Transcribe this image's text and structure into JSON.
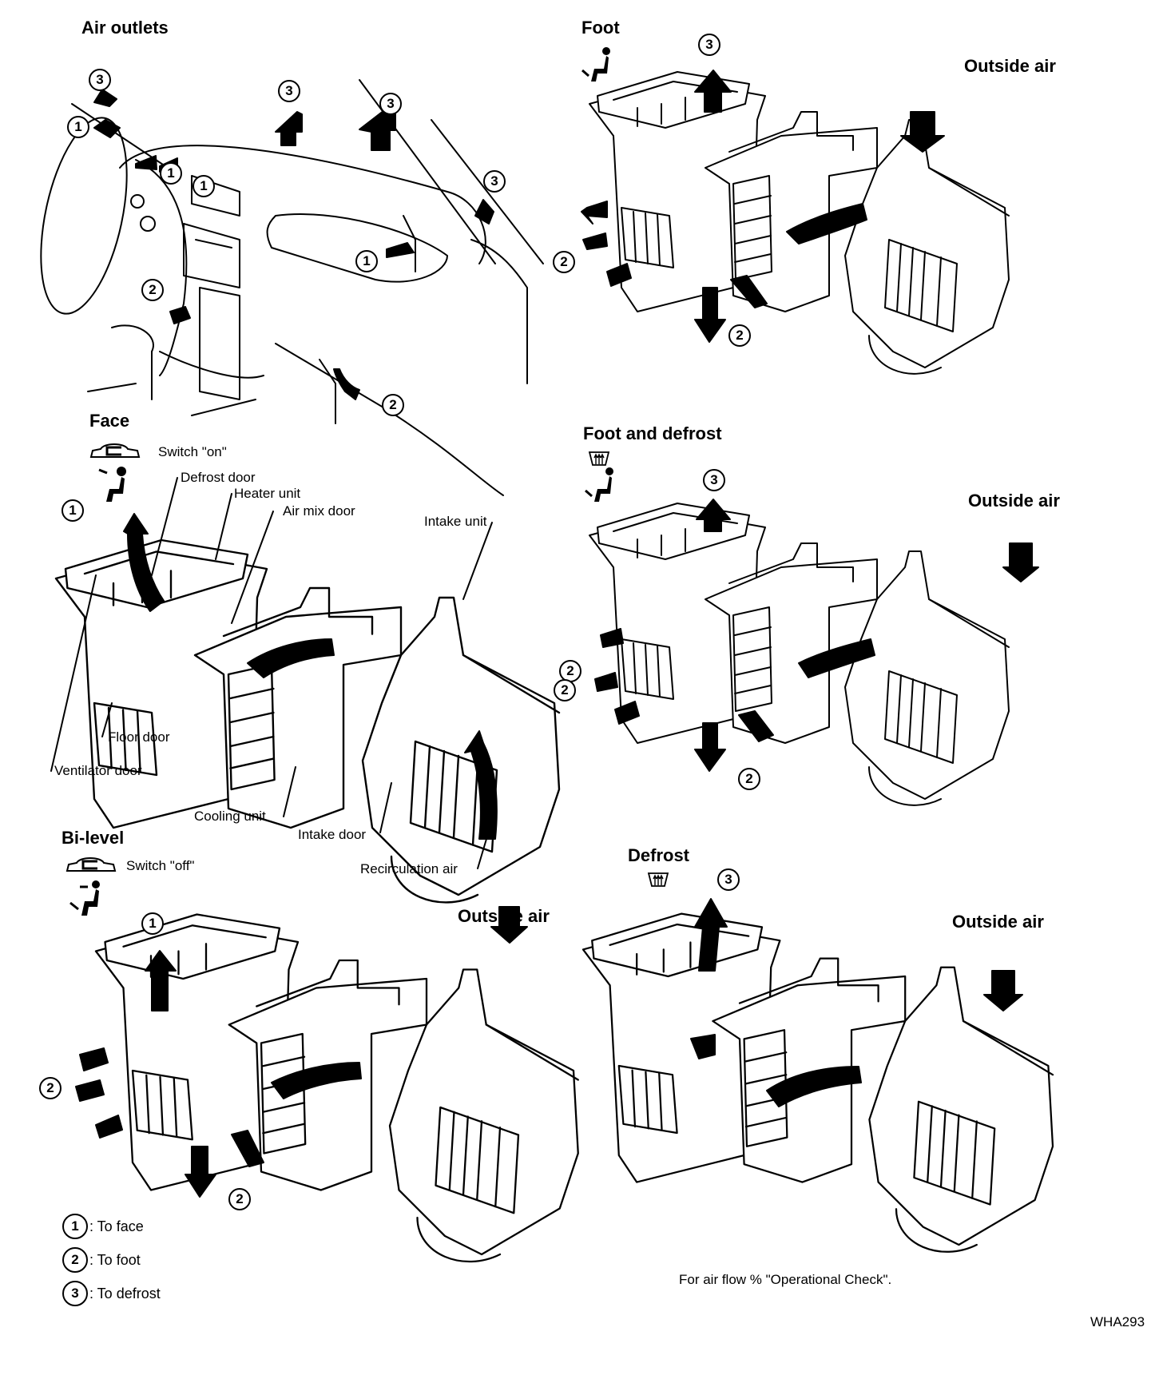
{
  "figure_code": "WHA293",
  "footnote": "For air flow % \"Operational Check\".",
  "legend": [
    {
      "num": "1",
      "text": ": To face"
    },
    {
      "num": "2",
      "text": ": To foot"
    },
    {
      "num": "3",
      "text": ": To defrost"
    }
  ],
  "panels": {
    "air_outlets": {
      "title": "Air outlets",
      "markers": [
        "3",
        "1",
        "3",
        "3",
        "1",
        "1",
        "3",
        "1",
        "2",
        "2"
      ]
    },
    "foot": {
      "title": "Foot",
      "intake_label": "Outside air",
      "markers": [
        "3",
        "2",
        "2"
      ]
    },
    "face": {
      "title": "Face",
      "switch_text": "Switch \"on\"",
      "markers": [
        "1",
        "2"
      ],
      "callouts": {
        "defrost_door": "Defrost door",
        "heater_unit": "Heater unit",
        "air_mix_door": "Air mix door",
        "intake_unit": "Intake unit",
        "floor_door": "Floor door",
        "ventilator_door": "Ventilator door",
        "cooling_unit": "Cooling unit",
        "intake_door": "Intake door",
        "recirculation_air": "Recirculation air"
      }
    },
    "foot_and_defrost": {
      "title": "Foot and defrost",
      "intake_label": "Outside air",
      "markers": [
        "3",
        "2",
        "2"
      ]
    },
    "bi_level": {
      "title": "Bi-level",
      "switch_text": "Switch \"off\"",
      "intake_label": "Outside air",
      "markers": [
        "1",
        "2",
        "2"
      ]
    },
    "defrost": {
      "title": "Defrost",
      "intake_label": "Outside air",
      "markers": [
        "3"
      ]
    }
  }
}
